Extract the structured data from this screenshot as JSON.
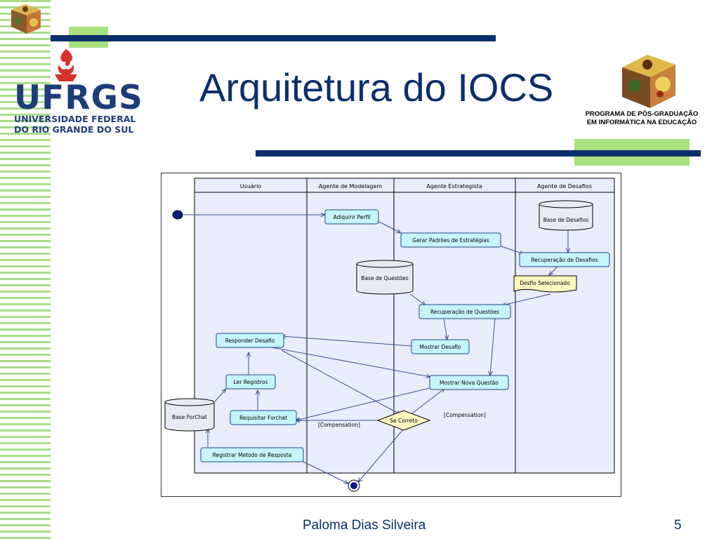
{
  "slide": {
    "title": "Arquitetura do IOCS",
    "footer_name": "Paloma Dias Silveira",
    "page_number": "5",
    "program_line1": "PROGRAMA DE PÓS-GRADUAÇÃO",
    "program_line2": "EM INFORMÁTICA NA EDUCAÇÃO"
  },
  "logo": {
    "name": "UFRGS",
    "line1": "UNIVERSIDADE FEDERAL",
    "line2": "DO RIO GRANDE DO SUL"
  },
  "colors": {
    "navy": "#0a2f6b",
    "green": "#a8e07e",
    "activity_fill": "#c6f4fb",
    "decision_fill": "#fdf6c0",
    "lane_fill": "#e9ecfb"
  },
  "diagram": {
    "lanes": [
      "Usuário",
      "Agente de Modelagem",
      "Agente Estrategista",
      "Agente de Desafios"
    ],
    "activities": {
      "adquirir_perfil": "Adiquirir Perfil",
      "gerar_padroes": "Gerar Padrões de Estratégias",
      "recuperacao_desafios": "Recuperação de Desafios",
      "recuperacao_questoes": "Recuperação de Questões",
      "mostrar_desafio": "Mostrar Desafio",
      "responder_desafio": "Responder Desafio",
      "mostrar_nova_questao": "Mostrar Nova Questão",
      "ler_registros": "Ler Registros",
      "requisitar_forchat": "Requisitar Forchat",
      "registrar_metodo": "Registrar Metodo de Resposta"
    },
    "datastores": {
      "base_desafios": "Base de Desafios",
      "base_questoes": "Base de Questões",
      "base_forchat": "Base ForChat"
    },
    "note": "Desfio Selecionado",
    "decision": "Se Correto",
    "guard_left": "[Compensation]",
    "guard_right": "[Compensation]"
  }
}
